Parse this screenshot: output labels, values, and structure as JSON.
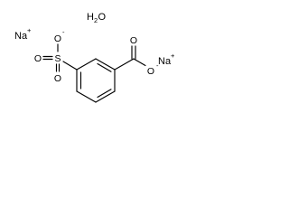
{
  "structure": {
    "counterions": {
      "left": {
        "symbol": "Na",
        "charge": "+"
      },
      "right": {
        "symbol": "Na",
        "charge": "+"
      }
    },
    "hydrate": {
      "prefix": "H",
      "subscript": "2",
      "suffix": "O"
    },
    "sulfonate": {
      "sulfur": "S",
      "oxygen_anion": "O",
      "oxygen_anion_charge": "-",
      "oxygen_double_left": "O",
      "oxygen_double_bottom": "O"
    },
    "carboxylate": {
      "oxygen_double": "O",
      "oxygen_anion": "O",
      "oxygen_anion_charge": "-"
    }
  }
}
